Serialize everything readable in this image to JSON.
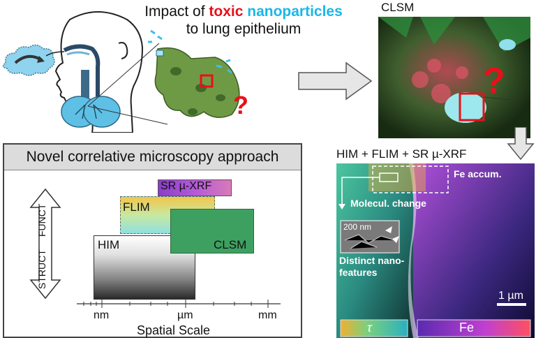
{
  "title": {
    "prefix": "Impact of ",
    "toxic": "toxic",
    "space": " ",
    "nano": "nanoparticles",
    "line2": "to lung epithelium"
  },
  "clsm_label": "CLSM",
  "combo_label": "HIM + FLIM + SR µ-XRF",
  "approach": {
    "heading": "Novel correlative microscopy approach",
    "axis_up": "FUNCT",
    "axis_down": "STRUCT",
    "boxes": {
      "xrf": "SR µ-XRF",
      "flim": "FLIM",
      "clsm": "CLSM",
      "him": "HIM"
    },
    "ticks": [
      "nm",
      "µm",
      "mm"
    ],
    "xlabel": "Spatial Scale"
  },
  "micro": {
    "fe_accum": "Fe accum.",
    "molecul": "Molecul. change",
    "scalebar_200": "200 nm",
    "distinct": "Distinct nano-features",
    "scalebar_1um": "1 µm",
    "tau": "τ",
    "fe": "Fe"
  },
  "question_mark": "?",
  "colors": {
    "toxic": "#e8101a",
    "nano": "#1ab7e8",
    "cell": "#6f9a45",
    "xrf": "#9b4ee0",
    "clsm": "#3ea060",
    "flim": "#f2d44a"
  },
  "icons": [
    "cloud-icon",
    "arrow-right-icon",
    "arrow-down-icon",
    "question-mark-icon",
    "double-arrow-icon"
  ]
}
